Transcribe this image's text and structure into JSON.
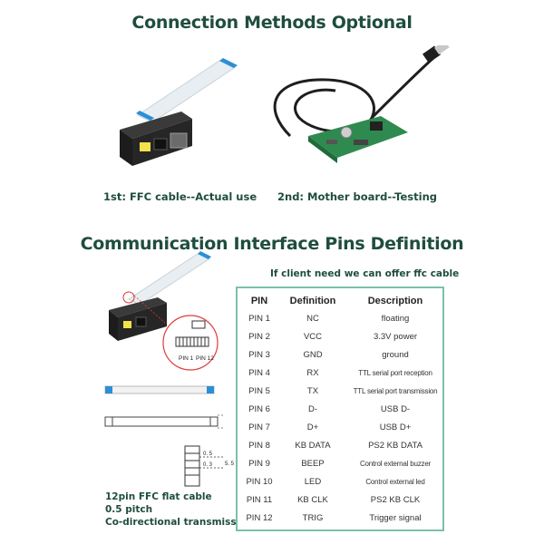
{
  "titles": {
    "connection": "Connection Methods Optional",
    "interface": "Communication Interface Pins Definition"
  },
  "captions": {
    "method1": "1st: FFC cable--Actual use",
    "method2": "2nd: Mother board--Testing",
    "ffc_note": "If client need we can offer ffc cable"
  },
  "diagram": {
    "pin1": "PIN 1",
    "pin12": "PIN 12",
    "dim_a": "0. 5",
    "dim_b": "0. 3",
    "dim_c": "5. 5"
  },
  "specs": {
    "line1": "12pin FFC flat cable",
    "line2": "0.5 pitch",
    "line3": "Co-directional transmission"
  },
  "pin_table": {
    "headers": {
      "pin": "PIN",
      "definition": "Definition",
      "description": "Description"
    },
    "rows": [
      {
        "pin": "PIN 1",
        "definition": "NC",
        "description": "floating"
      },
      {
        "pin": "PIN 2",
        "definition": "VCC",
        "description": "3.3V power"
      },
      {
        "pin": "PIN 3",
        "definition": "GND",
        "description": "ground"
      },
      {
        "pin": "PIN 4",
        "definition": "RX",
        "description": "TTL serial port reception"
      },
      {
        "pin": "PIN 5",
        "definition": "TX",
        "description": "TTL serial port transmission"
      },
      {
        "pin": "PIN 6",
        "definition": "D-",
        "description": "USB D-"
      },
      {
        "pin": "PIN 7",
        "definition": "D+",
        "description": "USB D+"
      },
      {
        "pin": "PIN 8",
        "definition": "KB DATA",
        "description": "PS2 KB DATA"
      },
      {
        "pin": "PIN 9",
        "definition": "BEEP",
        "description": "Control external buzzer"
      },
      {
        "pin": "PIN 10",
        "definition": "LED",
        "description": "Control external led"
      },
      {
        "pin": "PIN 11",
        "definition": "KB CLK",
        "description": "PS2 KB CLK"
      },
      {
        "pin": "PIN 12",
        "definition": "TRIG",
        "description": "Trigger signal"
      }
    ]
  },
  "colors": {
    "heading": "#1f4d3f",
    "table_border": "#7cc0a8",
    "pcb_green": "#2f8a4f",
    "ribbon_blue": "#2b8fd6"
  }
}
